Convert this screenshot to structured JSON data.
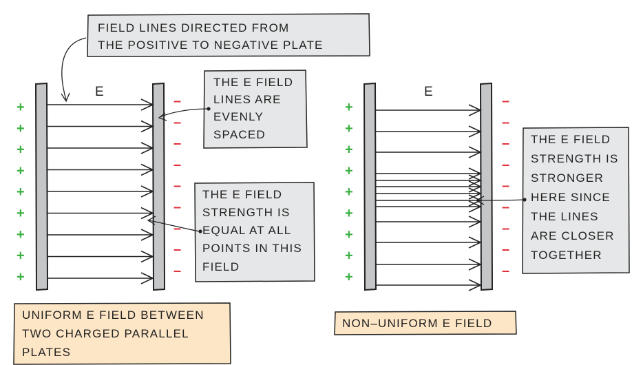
{
  "diagram": {
    "left_panel": {
      "field_label": "E",
      "positive_sign": "+",
      "negative_sign": "–",
      "line_count": 9,
      "callout_top": [
        "FIELD LINES DIRECTED FROM",
        "THE POSITIVE TO NEGATIVE PLATE"
      ],
      "callout_spacing": [
        "THE E FIELD",
        "LINES ARE",
        "EVENLY",
        "SPACED"
      ],
      "callout_strength": [
        "THE E FIELD",
        "STRENGTH IS",
        "EQUAL AT ALL",
        "POINTS IN THIS",
        "FIELD"
      ],
      "caption": [
        "UNIFORM E FIELD BETWEEN",
        "TWO CHARGED PARALLEL",
        "PLATES"
      ]
    },
    "right_panel": {
      "field_label": "E",
      "positive_sign": "+",
      "negative_sign": "–",
      "callout_strength": [
        "THE E FIELD",
        "STRENGTH IS",
        "STRONGER",
        "HERE SINCE",
        "THE LINES",
        "ARE CLOSER",
        "TOGETHER"
      ],
      "caption": [
        "NON–UNIFORM E FIELD"
      ]
    },
    "colors": {
      "positive": "#3cb043",
      "negative": "#e0303a",
      "plate": "#c4c6c8",
      "callout_grey": "#e6e7e8",
      "caption_orange": "#fde6c6"
    }
  }
}
